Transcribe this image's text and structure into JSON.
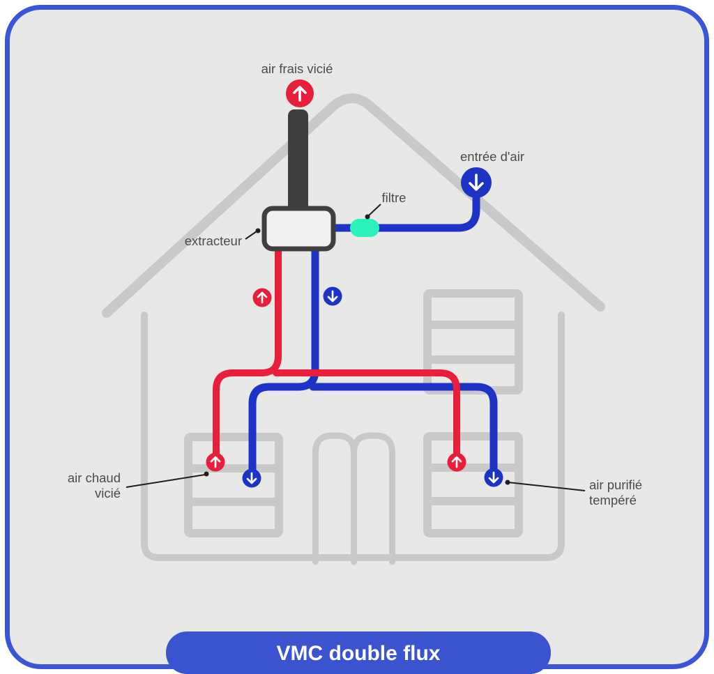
{
  "title": {
    "label": "VMC double flux"
  },
  "labels": {
    "exhaust_outlet": "air frais vicié",
    "air_inlet": "entrée d'air",
    "filter": "filtre",
    "extractor": "extracteur",
    "warm_air_line1": "air chaud",
    "warm_air_line2": "vicié",
    "purified_air_line1": "air purifié",
    "purified_air_line2": "tempéré"
  },
  "icons": {
    "up_arrow": "up-arrow-icon",
    "down_arrow": "down-arrow-icon"
  },
  "colors": {
    "red": "#e81e3b",
    "blue": "#1d33c5",
    "teal": "#2bf2bd",
    "dark": "#3e3e3e",
    "house_gray": "#c9c9c9",
    "card_bg": "#e8e8e7",
    "card_border": "#3c55d8",
    "pill_bg": "#3a54cf",
    "label_text": "#4b4b4b",
    "pill_text": "#ffffff",
    "extractor_fill": "#f1f0ef",
    "leader": "#1e1e1e"
  }
}
